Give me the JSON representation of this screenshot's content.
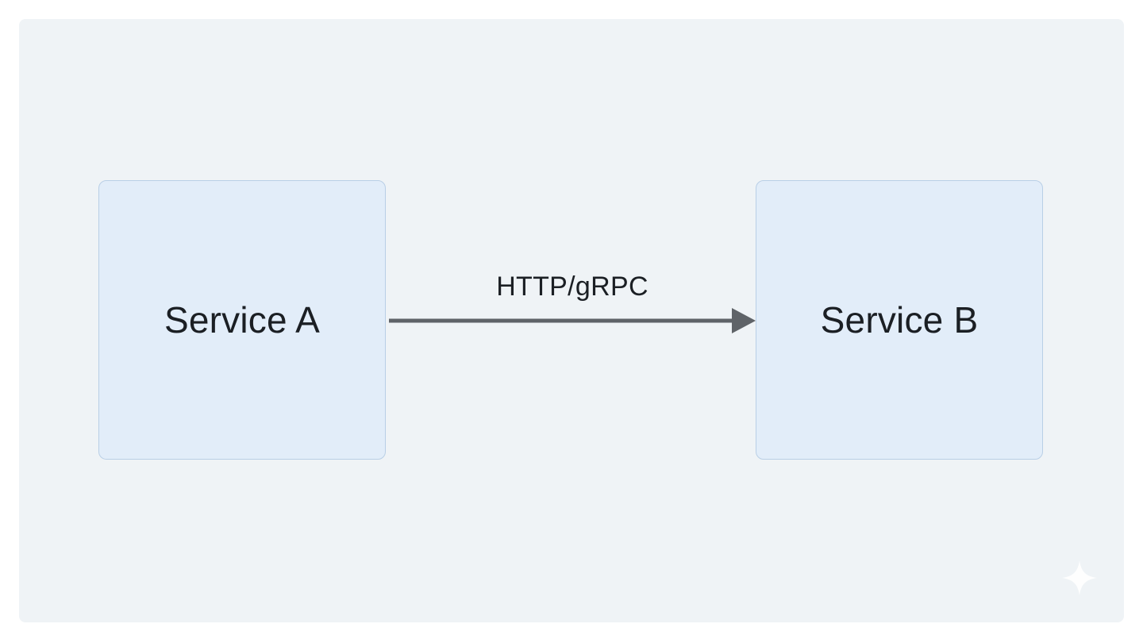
{
  "diagram": {
    "nodes": [
      {
        "id": "service-a",
        "label": "Service A"
      },
      {
        "id": "service-b",
        "label": "Service B"
      }
    ],
    "edges": [
      {
        "from": "service-a",
        "to": "service-b",
        "label": "HTTP/gRPC"
      }
    ]
  },
  "icons": {
    "watermark": "sparkle-icon"
  },
  "colors": {
    "background": "#eff3f6",
    "node_fill": "#e2edf9",
    "node_border": "#b9cfe6",
    "arrow": "#5f6368",
    "text": "#1b1f24"
  }
}
